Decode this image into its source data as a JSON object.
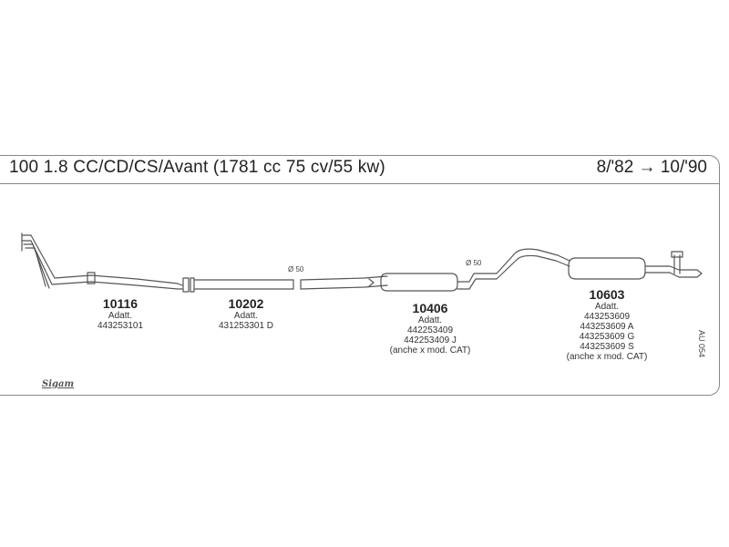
{
  "header": {
    "title": "100 1.8 CC/CD/CS/Avant (1781 cc 75 cv/55 kw)",
    "years": "8/'82 → 10/'90"
  },
  "diameters": [
    "Ø 50",
    "Ø 50"
  ],
  "parts": [
    {
      "number": "10116",
      "lines": [
        "Adatt.",
        "443253101"
      ]
    },
    {
      "number": "10202",
      "lines": [
        "Adatt.",
        "431253301 D"
      ]
    },
    {
      "number": "10406",
      "lines": [
        "Adatt.",
        "442253409",
        "442253409 J",
        "(anche x mod. CAT)"
      ]
    },
    {
      "number": "10603",
      "lines": [
        "Adatt.",
        "443253609",
        "443253609 A",
        "443253609 G",
        "443253609 S",
        "(anche x mod. CAT)"
      ]
    }
  ],
  "side_code": "AU 054",
  "logo_text": "Sigam"
}
